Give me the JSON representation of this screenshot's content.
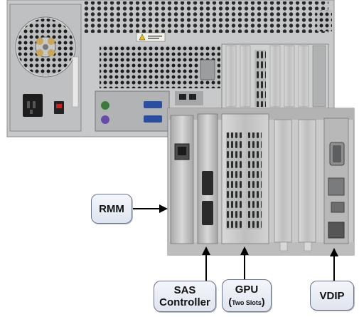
{
  "callouts": {
    "rmm": {
      "label": "RMM"
    },
    "sas": {
      "line1": "SAS",
      "line2": "Controller"
    },
    "gpu": {
      "line1": "GPU",
      "line2_open": "(",
      "line2_text": "Two Slots",
      "line2_close": ")"
    },
    "vdip": {
      "label": "VDIP"
    }
  },
  "colors": {
    "chassis": "#c9cacb",
    "chassis_dark": "#9a9b9c",
    "bracket": "#bdbdbd",
    "callout_border": "#6a7487",
    "arrow": "#000000"
  },
  "icons": [
    "fan-icon",
    "power-socket-icon",
    "power-switch-icon",
    "warning-label-icon",
    "ethernet-port-icon",
    "serial-port-icon",
    "ps2-port-icon",
    "vga-port-icon"
  ]
}
